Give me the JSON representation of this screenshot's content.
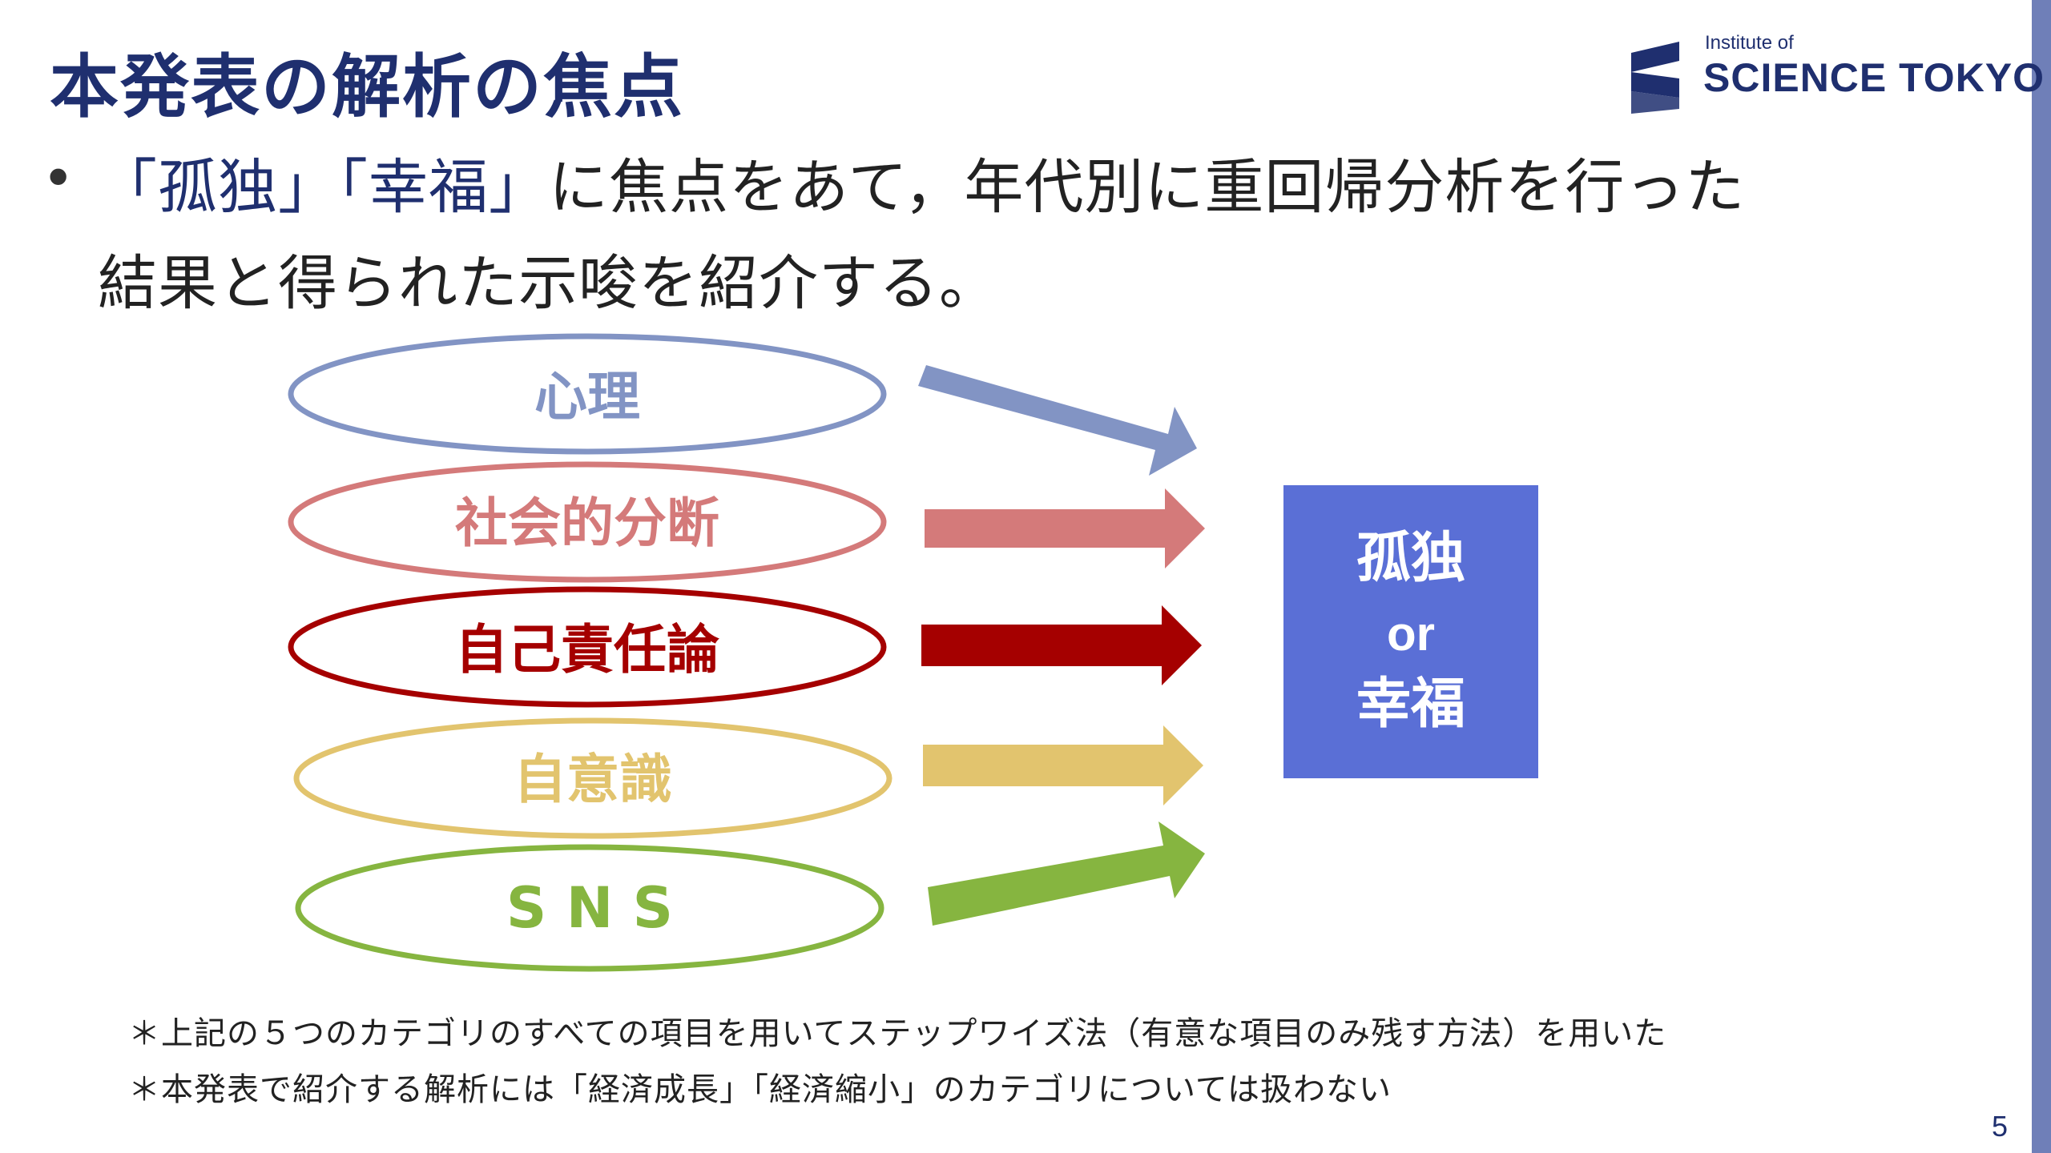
{
  "title": "本発表の解析の焦点",
  "logo": {
    "line_small": "Institute of",
    "line_big": "SCIENCE TOKYO"
  },
  "bullet": {
    "line1_hl1": "「孤独」",
    "line1_hl2": "「幸福」",
    "line1_rest": "に焦点をあて，年代別に重回帰分析を行った",
    "line2": "結果と得られた示唆を紹介する。"
  },
  "categories": [
    {
      "label": "心理",
      "color": "#8294c4"
    },
    {
      "label": "社会的分断",
      "color": "#d47a7a"
    },
    {
      "label": "自己責任論",
      "color": "#a50000"
    },
    {
      "label": "自意識",
      "color": "#e2c46e"
    },
    {
      "label": "S N S",
      "color": "#86b540"
    }
  ],
  "target": {
    "line1": "孤独",
    "line2": "or",
    "line3": "幸福",
    "color": "#5a6fd6"
  },
  "notes": [
    "＊上記の５つのカテゴリのすべての項目を用いてステップワイズ法（有意な項目のみ残す方法）を用いた",
    "＊本発表で紹介する解析には「経済成長」「経済縮小」のカテゴリについては扱わない"
  ],
  "page_number": "5"
}
